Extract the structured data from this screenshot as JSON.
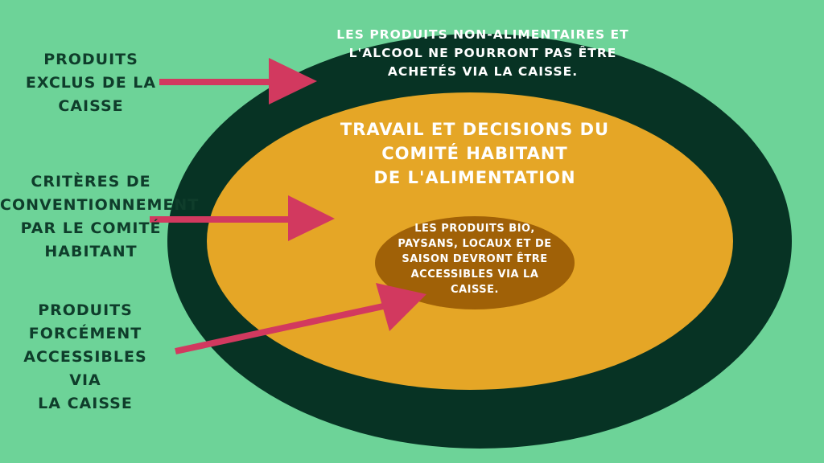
{
  "colors": {
    "background": "#6dd398",
    "outer_ring": "#073324",
    "middle_ring": "#e5a626",
    "inner_core": "#a06107",
    "arrow": "#d2395f",
    "label_text": "#0f3d2b",
    "ring_text": "#ffffff"
  },
  "labels": {
    "outer": "PRODUITS\nEXCLUS DE LA\nCAISSE",
    "middle": "CRITÈRES DE\nCONVENTIONNEMENT\nPAR LE COMITÉ\nHABITANT",
    "inner": "PRODUITS\nFORCÉMENT\nACCESSIBLES VIA\nLA CAISSE"
  },
  "rings": {
    "outer_text": "LES PRODUITS NON-ALIMENTAIRES ET\nL'ALCOOL NE POURRONT PAS ÊTRE\nACHETÉS VIA LA CAISSE.",
    "middle_text": "TRAVAIL ET DECISIONS DU\nCOMITÉ HABITANT\nDE L'ALIMENTATION",
    "inner_text": "LES PRODUITS BIO,\nPAYSANS, LOCAUX ET DE\nSAISON DEVRONT ÊTRE\nACCESSIBLES VIA LA\nCAISSE."
  }
}
